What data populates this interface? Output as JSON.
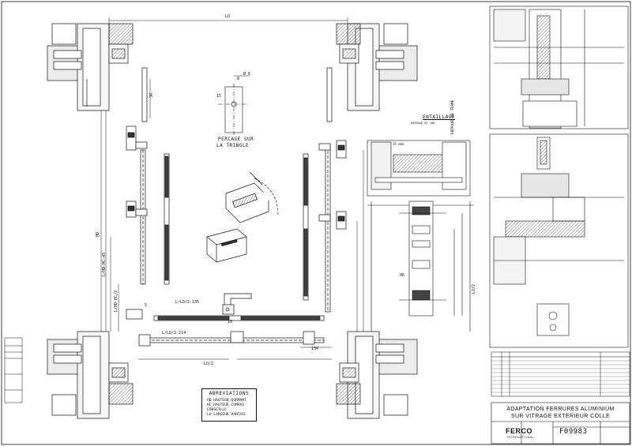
{
  "drawing": {
    "title_line1": "ADAPTATION FERRURES ALUMINIUM",
    "title_line2": "SUR VITRAGE EXTERIEUR COLLE",
    "reference": "F09983",
    "company": "FERCO",
    "company_sub": "INTERNATIONAL"
  },
  "sections": {
    "percage_line1": "PERCAGE SUR",
    "percage_line2": "LA TRINGLE",
    "entaillage": "ENTAILLAGE",
    "entaillage_sub": "ENTRAXE DE 180",
    "entraxe_label": "ENTRAXE DE TRAME"
  },
  "abbreviations": {
    "title": "ABREVIATIONS",
    "items": [
      "HD  HAUTEUR DORMANT",
      "HC  HAUTEUR COMPAS",
      "    CONSEILLE",
      "LO  LARGEUR VANTAIL"
    ]
  },
  "dimensions": {
    "d1": "LO",
    "d2": "HC",
    "d3": "HD",
    "d4": "L/HD-HC-45",
    "d5": "L/HD-HC/2",
    "d6": "L/LD/2-214",
    "d7": "L/LD/2-135",
    "d8": "134",
    "d9": "LO/2",
    "d10": "LV/2",
    "d11": "5",
    "d12": "46",
    "d13": "10",
    "d14": "15",
    "d15": "8",
    "d16": "15 max",
    "d17": "Ø 6"
  },
  "colors": {
    "line": "#111111",
    "hatch": "#333333",
    "profile_fill": "#e9e9e9",
    "dark_fill": "#9a9a9a"
  }
}
